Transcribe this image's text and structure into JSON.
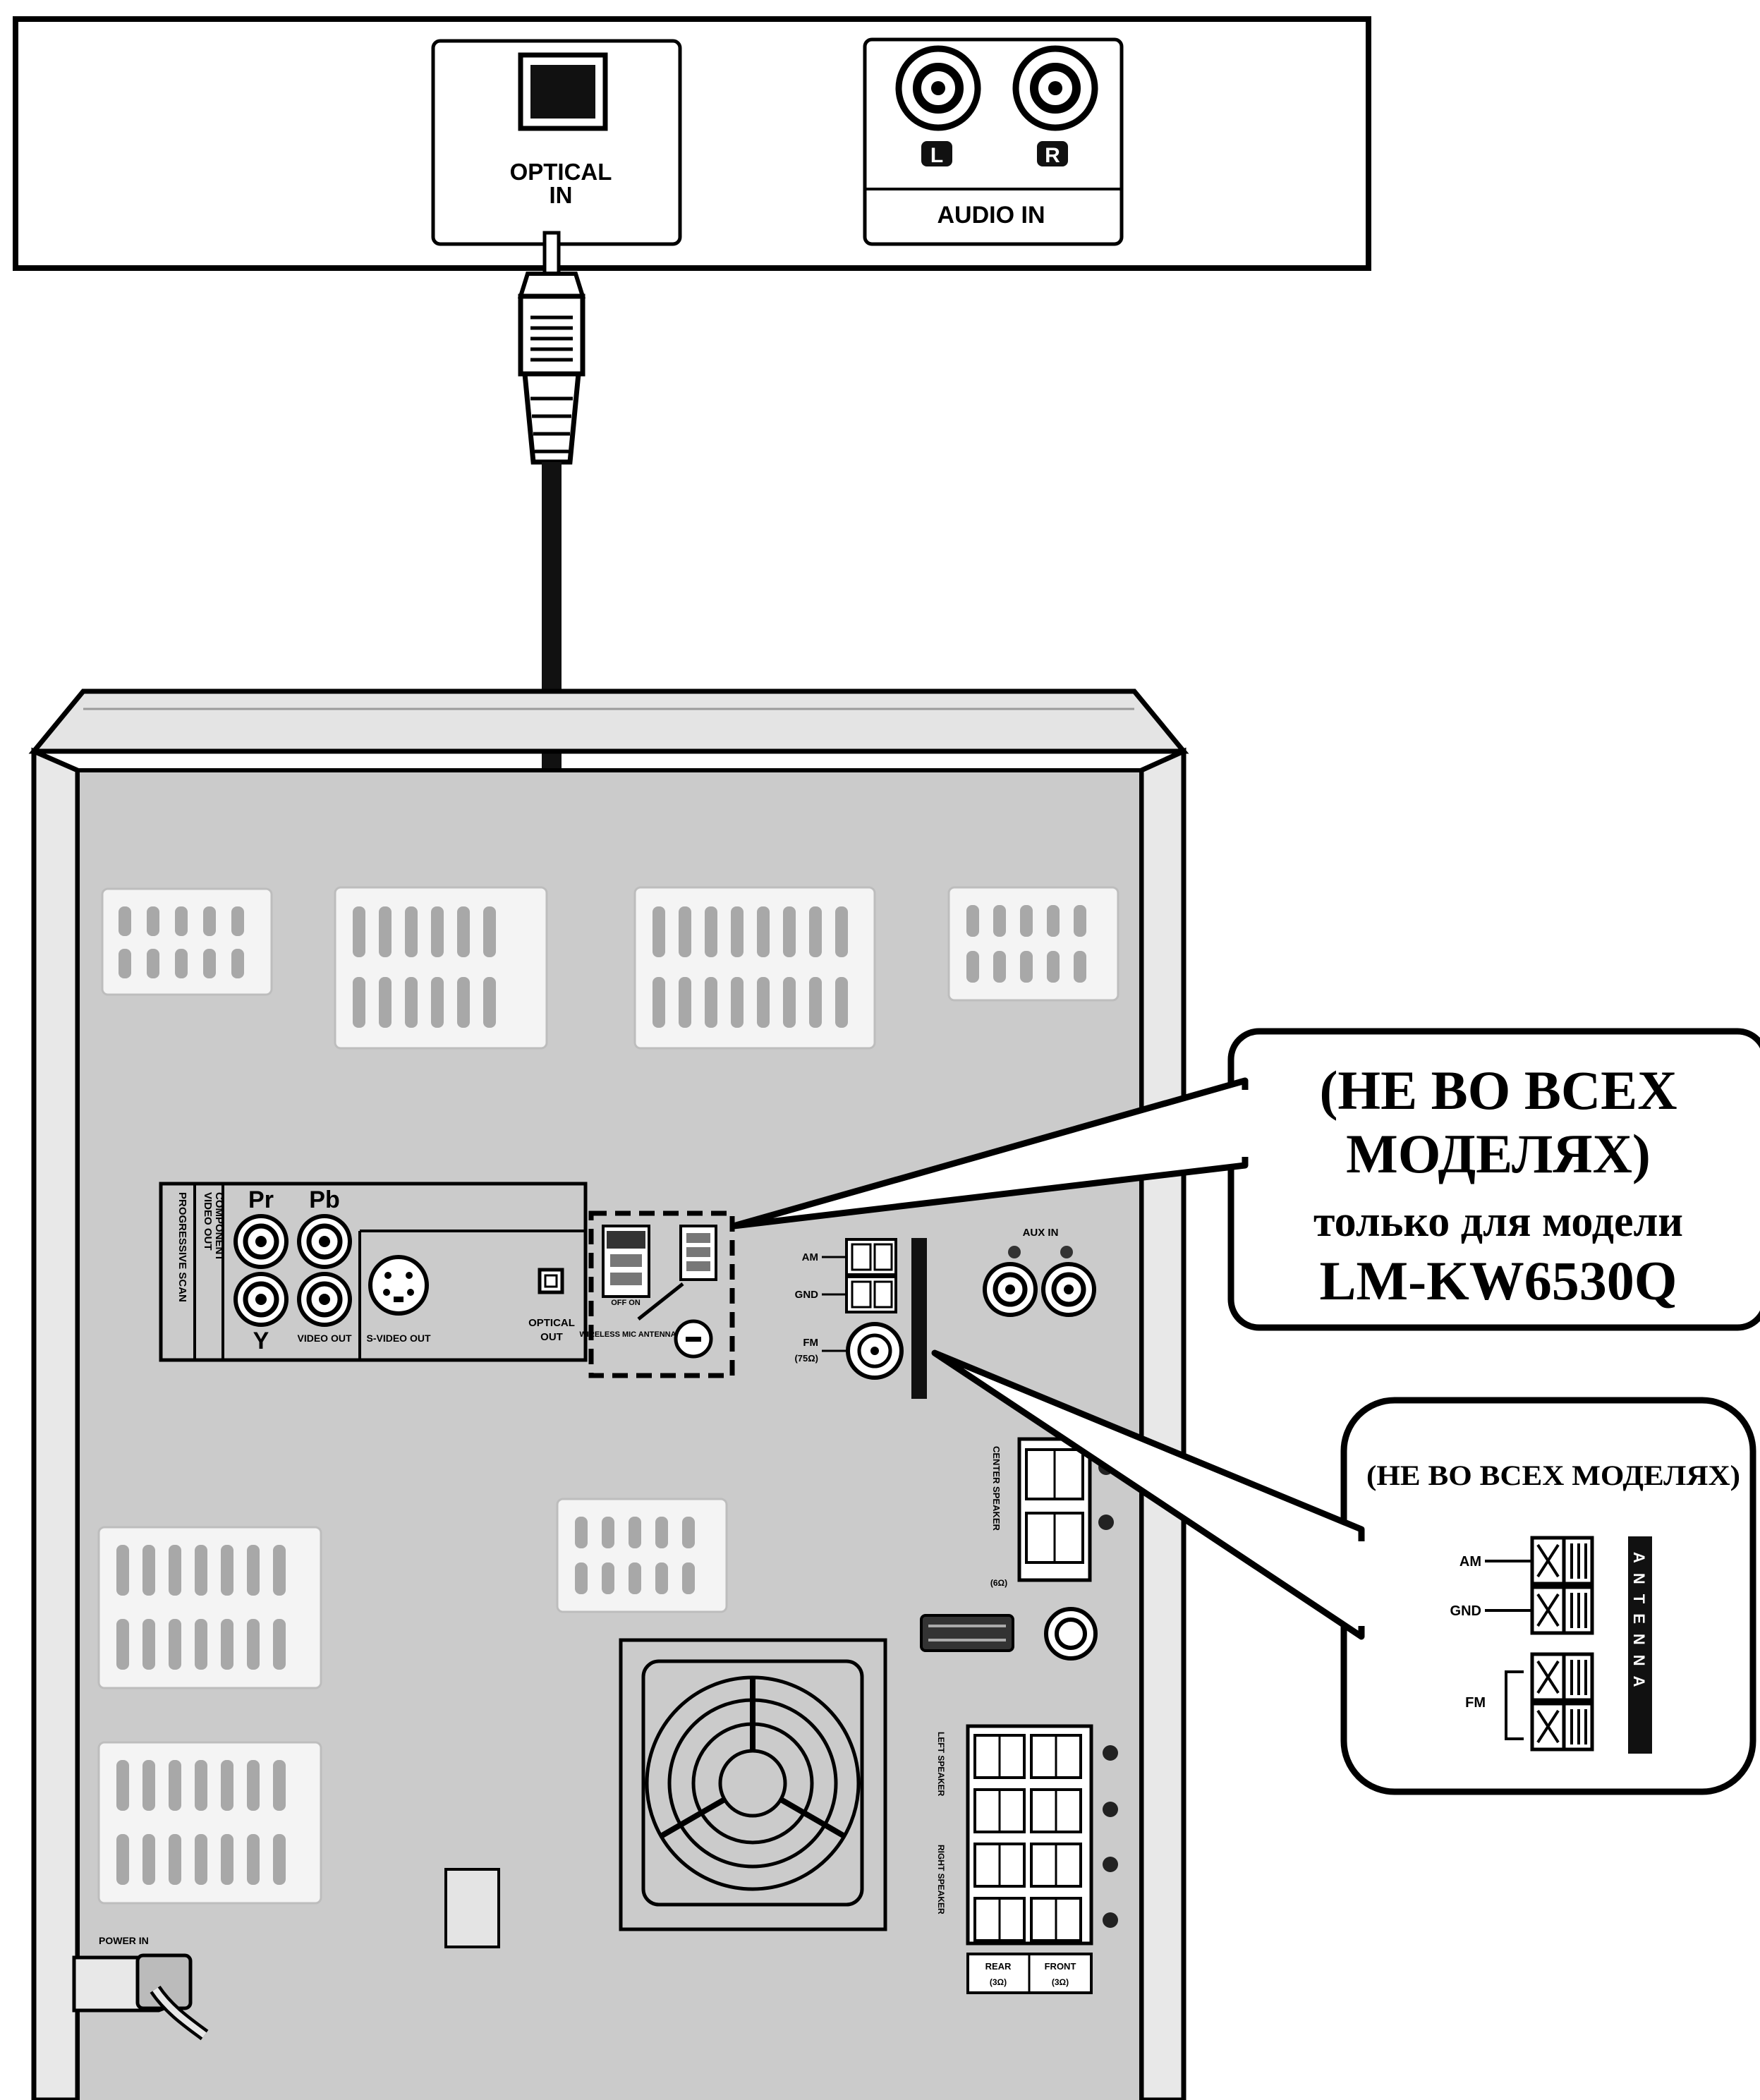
{
  "amplifier": {
    "optical_label_line1": "OPTICAL",
    "optical_label_line2": "IN",
    "audio_in_label": "AUDIO IN",
    "left_badge": "L",
    "right_badge": "R"
  },
  "rear_panel": {
    "progressive_scan": "PROGRESSIVE SCAN",
    "video_out_vertical": "VIDEO OUT",
    "component": "COMPONENT",
    "pr": "Pr",
    "pb": "Pb",
    "y": "Y",
    "video_out": "VIDEO OUT",
    "s_video": "S-VIDEO OUT",
    "optical_out_line1": "OPTICAL",
    "optical_out_line2": "OUT",
    "wireless_label": "WIRELESS MIC ANTENNA",
    "off_label": "OFF ON",
    "am": "AM",
    "gnd": "GND",
    "fm": "FM",
    "fm_ohm": "(75Ω)",
    "aux_in": "AUX IN",
    "center_speaker": "CENTER SPEAKER",
    "center_ohm": "(6Ω)",
    "left_speaker": "LEFT SPEAKER",
    "right_speaker": "RIGHT SPEAKER",
    "rear": "REAR",
    "rear_ohm": "(3Ω)",
    "front": "FRONT",
    "front_ohm": "(3Ω)",
    "power_in": "POWER IN"
  },
  "callout_top": {
    "line1": "(НЕ ВО ВСЕХ",
    "line2": "МОДЕЛЯХ)",
    "line3": "только для модели",
    "line4": "LM-KW6530Q"
  },
  "callout_bottom": {
    "title": "(НЕ ВО ВСЕХ МОДЕЛЯХ)",
    "am": "AM",
    "gnd": "GND",
    "fm": "FM",
    "antenna": "ANTENNA"
  }
}
